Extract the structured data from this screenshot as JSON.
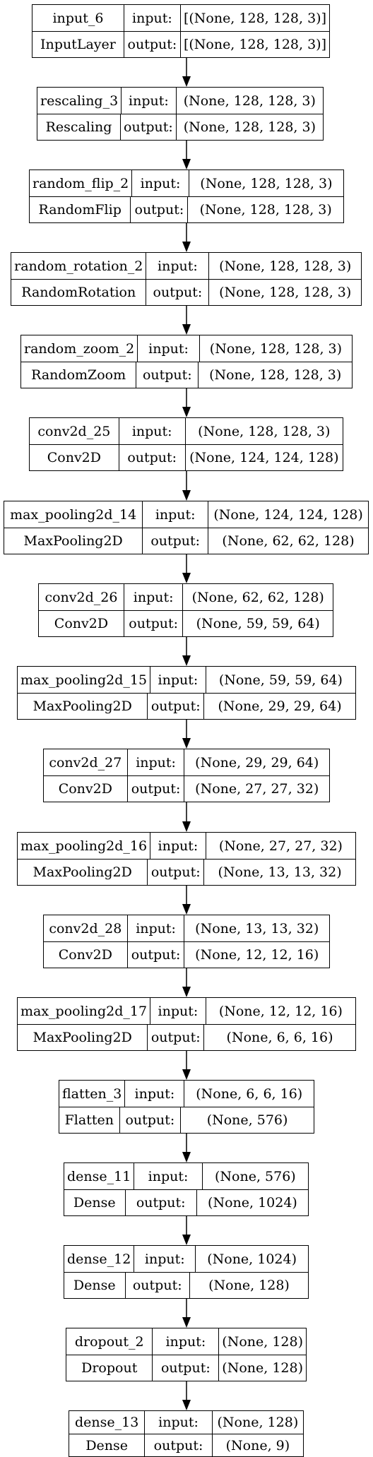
{
  "layers": [
    {
      "name": "input_6",
      "type": "InputLayer",
      "input": "[(None, 128, 128, 3)]",
      "output": "[(None, 128, 128, 3)]"
    },
    {
      "name": "rescaling_3",
      "type": "Rescaling",
      "input": "(None, 128, 128, 3)",
      "output": "(None, 128, 128, 3)"
    },
    {
      "name": "random_flip_2",
      "type": "RandomFlip",
      "input": "(None, 128, 128, 3)",
      "output": "(None, 128, 128, 3)"
    },
    {
      "name": "random_rotation_2",
      "type": "RandomRotation",
      "input": "(None, 128, 128, 3)",
      "output": "(None, 128, 128, 3)"
    },
    {
      "name": "random_zoom_2",
      "type": "RandomZoom",
      "input": "(None, 128, 128, 3)",
      "output": "(None, 128, 128, 3)"
    },
    {
      "name": "conv2d_25",
      "type": "Conv2D",
      "input": "(None, 128, 128, 3)",
      "output": "(None, 124, 124, 128)"
    },
    {
      "name": "max_pooling2d_14",
      "type": "MaxPooling2D",
      "input": "(None, 124, 124, 128)",
      "output": "(None, 62, 62, 128)"
    },
    {
      "name": "conv2d_26",
      "type": "Conv2D",
      "input": "(None, 62, 62, 128)",
      "output": "(None, 59, 59, 64)"
    },
    {
      "name": "max_pooling2d_15",
      "type": "MaxPooling2D",
      "input": "(None, 59, 59, 64)",
      "output": "(None, 29, 29, 64)"
    },
    {
      "name": "conv2d_27",
      "type": "Conv2D",
      "input": "(None, 29, 29, 64)",
      "output": "(None, 27, 27, 32)"
    },
    {
      "name": "max_pooling2d_16",
      "type": "MaxPooling2D",
      "input": "(None, 27, 27, 32)",
      "output": "(None, 13, 13, 32)"
    },
    {
      "name": "conv2d_28",
      "type": "Conv2D",
      "input": "(None, 13, 13, 32)",
      "output": "(None, 12, 12, 16)"
    },
    {
      "name": "max_pooling2d_17",
      "type": "MaxPooling2D",
      "input": "(None, 12, 12, 16)",
      "output": "(None, 6, 6, 16)"
    },
    {
      "name": "flatten_3",
      "type": "Flatten",
      "input": "(None, 6, 6, 16)",
      "output": "(None, 576)"
    },
    {
      "name": "dense_11",
      "type": "Dense",
      "input": "(None, 576)",
      "output": "(None, 1024)"
    },
    {
      "name": "dense_12",
      "type": "Dense",
      "input": "(None, 1024)",
      "output": "(None, 128)"
    },
    {
      "name": "dropout_2",
      "type": "Dropout",
      "input": "(None, 128)",
      "output": "(None, 128)"
    },
    {
      "name": "dense_13",
      "type": "Dense",
      "input": "(None, 128)",
      "output": "(None, 9)"
    }
  ],
  "port_labels": {
    "input": "input:",
    "output": "output:"
  }
}
